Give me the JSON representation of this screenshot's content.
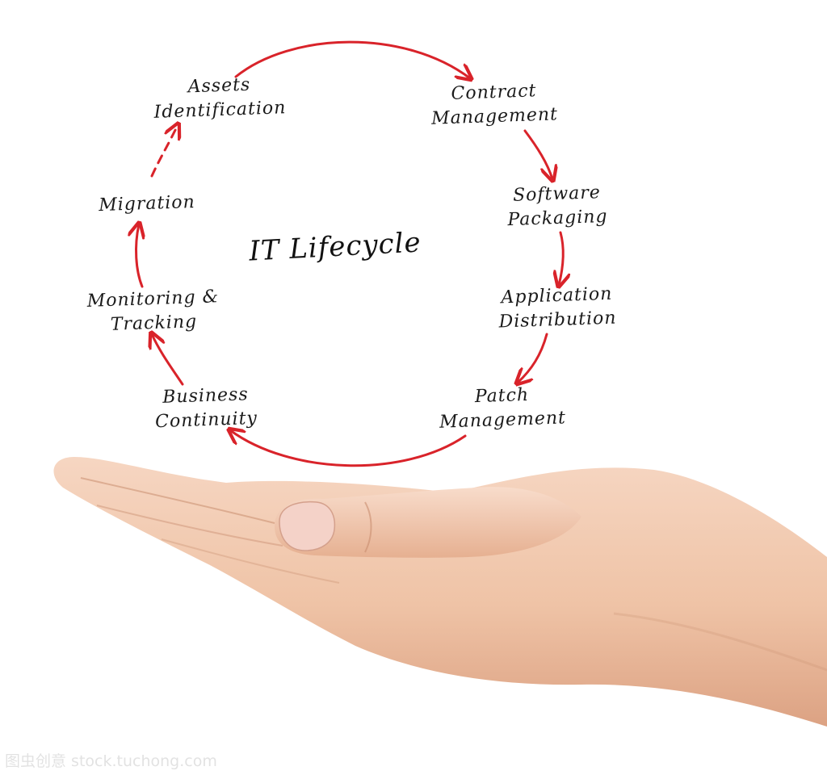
{
  "diagram": {
    "title": "IT Lifecycle",
    "stages": [
      {
        "id": "assets-identification",
        "lines": [
          "Assets",
          "Identification"
        ]
      },
      {
        "id": "contract-management",
        "lines": [
          "Contract",
          "Management"
        ]
      },
      {
        "id": "software-packaging",
        "lines": [
          "Software",
          "Packaging"
        ]
      },
      {
        "id": "application-distribution",
        "lines": [
          "Application",
          "Distribution"
        ]
      },
      {
        "id": "patch-management",
        "lines": [
          "Patch",
          "Management"
        ]
      },
      {
        "id": "business-continuity",
        "lines": [
          "Business",
          "Continuity"
        ]
      },
      {
        "id": "monitoring-tracking",
        "lines": [
          "Monitoring &",
          "Tracking"
        ]
      },
      {
        "id": "migration",
        "lines": [
          "Migration"
        ]
      }
    ],
    "arrow_color": "#d9232a",
    "dashed_arrow": "migration-to-assets-identification"
  },
  "watermark": "图虫创意  stock.tuchong.com",
  "colors": {
    "text": "#1a1a1a",
    "arrows": "#d9232a",
    "skin": "#f2c7ad",
    "background": "#ffffff"
  }
}
